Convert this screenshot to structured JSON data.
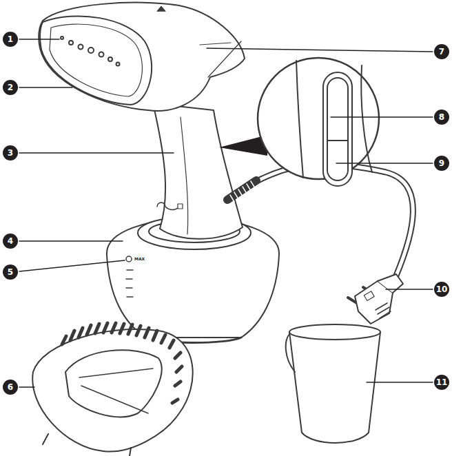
{
  "diagram": {
    "labels": [
      "1",
      "2",
      "3",
      "4",
      "5",
      "6",
      "7",
      "8",
      "9",
      "10",
      "11",
      "MAX"
    ]
  }
}
